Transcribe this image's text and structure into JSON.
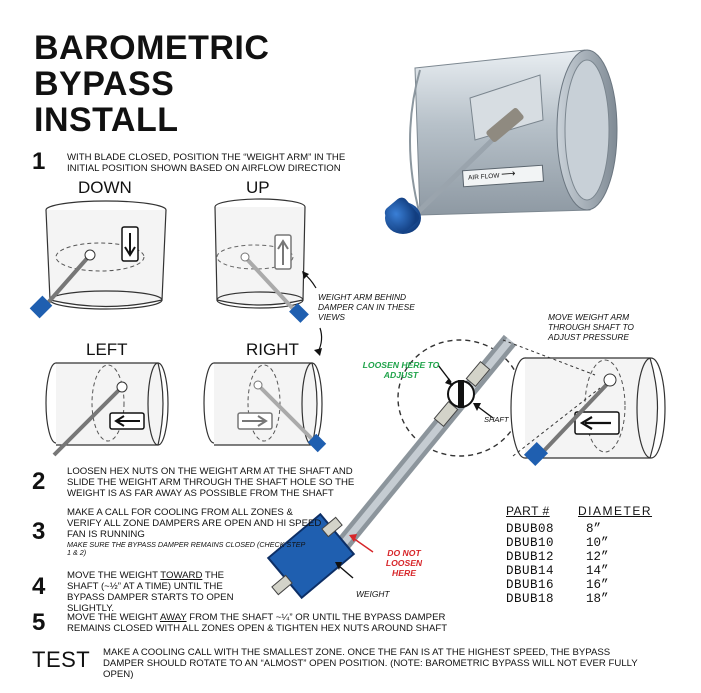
{
  "title": {
    "line1": "BAROMETRIC",
    "line2": "BYPASS",
    "line3": "INSTALL"
  },
  "steps": {
    "s1": {
      "num": "1",
      "text": "WITH BLADE CLOSED, POSITION THE “WEIGHT ARM” IN THE INITIAL POSITION SHOWN BASED ON AIRFLOW DIRECTION"
    },
    "s2": {
      "num": "2",
      "text": "LOOSEN HEX NUTS ON THE WEIGHT ARM AT THE SHAFT AND SLIDE THE WEIGHT ARM THROUGH THE SHAFT HOLE SO THE WEIGHT IS AS FAR AWAY AS POSSIBLE FROM THE SHAFT"
    },
    "s3": {
      "num": "3",
      "text": "MAKE A CALL FOR COOLING FROM ALL ZONES & VERIFY ALL ZONE DAMPERS ARE OPEN AND HI SPEED FAN IS RUNNING",
      "note": "MAKE SURE THE BYPASS DAMPER REMAINS CLOSED (CHECK STEP 1 & 2)"
    },
    "s4": {
      "num": "4",
      "text_pre": "MOVE THE WEIGHT ",
      "text_ul": "TOWARD",
      "text_post": " THE SHAFT (~½” AT A TIME) UNTIL THE BYPASS DAMPER STARTS TO OPEN SLIGHTLY."
    },
    "s5": {
      "num": "5",
      "text_pre": "MOVE THE WEIGHT ",
      "text_ul": "AWAY",
      "text_post": " FROM THE SHAFT ~¼” OR UNTIL THE BYPASS DAMPER REMAINS CLOSED WITH ALL ZONES OPEN & TIGHTEN HEX NUTS AROUND SHAFT"
    },
    "test": {
      "label": "TEST",
      "text": "MAKE A COOLING CALL WITH THE SMALLEST ZONE. ONCE THE FAN IS AT THE HIGHEST SPEED, THE BYPASS DAMPER SHOULD ROTATE TO AN “ALMOST” OPEN POSITION.  (NOTE: BAROMETRIC BYPASS WILL NOT EVER FULLY OPEN)"
    }
  },
  "views": {
    "down": "DOWN",
    "up": "UP",
    "left": "LEFT",
    "right": "RIGHT"
  },
  "photo": {
    "label": "AIR FLOW"
  },
  "callouts": {
    "weight_arm_behind": "WEIGHT ARM BEHIND DAMPER CAN IN THESE VIEWS",
    "move_weight_arm": "MOVE WEIGHT ARM THROUGH SHAFT TO ADJUST PRESSURE",
    "loosen_here": "LOOSEN HERE TO ADJUST",
    "shaft": "SHAFT",
    "do_not_loosen": "DO NOT LOOSEN HERE",
    "weight": "WEIGHT"
  },
  "parts_table": {
    "headers": [
      "PART #",
      "DIAMETER"
    ],
    "rows": [
      [
        "DBUB08",
        "8”"
      ],
      [
        "DBUB10",
        "10”"
      ],
      [
        "DBUB12",
        "12”"
      ],
      [
        "DBUB14",
        "14”"
      ],
      [
        "DBUB16",
        "16”"
      ],
      [
        "DBUB18",
        "18”"
      ]
    ]
  },
  "colors": {
    "weight_blue": "#1f5fb0",
    "loosen_green": "#1fa34a",
    "do_not_red": "#d7262a",
    "metal": "#b9c3cc"
  }
}
